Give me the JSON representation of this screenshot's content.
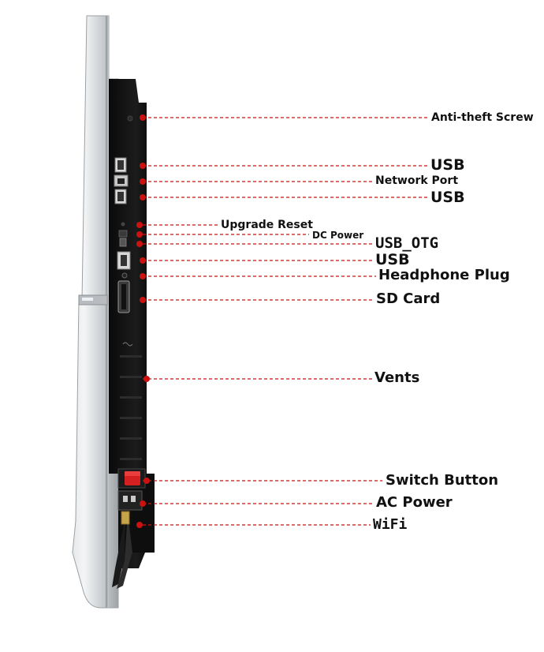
{
  "diagram": {
    "callouts": [
      {
        "id": "anti-theft-screw",
        "label": "Anti-theft Screw"
      },
      {
        "id": "usb-1",
        "label": "USB"
      },
      {
        "id": "network-port",
        "label": "Network Port"
      },
      {
        "id": "usb-2",
        "label": "USB"
      },
      {
        "id": "upgrade-reset",
        "label": "Upgrade Reset"
      },
      {
        "id": "dc-power",
        "label": "DC Power"
      },
      {
        "id": "usb-otg",
        "label": "USB_OTG"
      },
      {
        "id": "usb-3",
        "label": "USB"
      },
      {
        "id": "headphone-plug",
        "label": "Headphone Plug"
      },
      {
        "id": "sd-card",
        "label": "SD Card"
      },
      {
        "id": "vents",
        "label": "Vents"
      },
      {
        "id": "switch-button",
        "label": "Switch Button"
      },
      {
        "id": "ac-power",
        "label": "AC Power"
      },
      {
        "id": "wifi",
        "label": "WiFi"
      }
    ]
  },
  "colors": {
    "callout_dot": "#cc1111",
    "callout_line": "#cc1111",
    "bezel": "#c9ccce",
    "panel": "#111111",
    "switch": "#d42020"
  }
}
